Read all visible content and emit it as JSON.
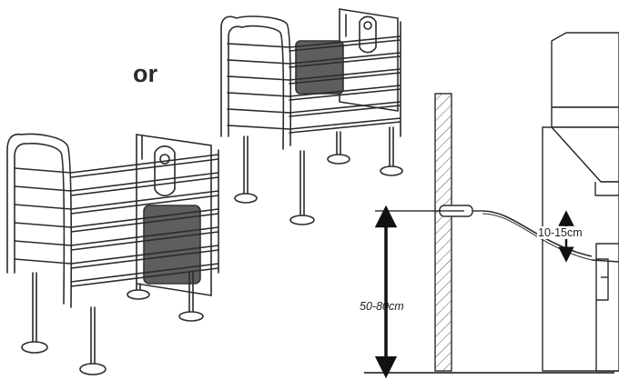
{
  "labels": {
    "alternative": "or",
    "mount_height": "50-80cm",
    "offset": "10-15cm"
  },
  "colors": {
    "line": "#2b2b2b",
    "reader_plate": "#5e5e5e",
    "hatch": "#555555",
    "background": "#ffffff"
  },
  "parts": {
    "gate_upper": "gate-with-reader",
    "gate_lower": "gate-with-reader",
    "wall": "hatched-wall",
    "feeder": "feed-station"
  }
}
